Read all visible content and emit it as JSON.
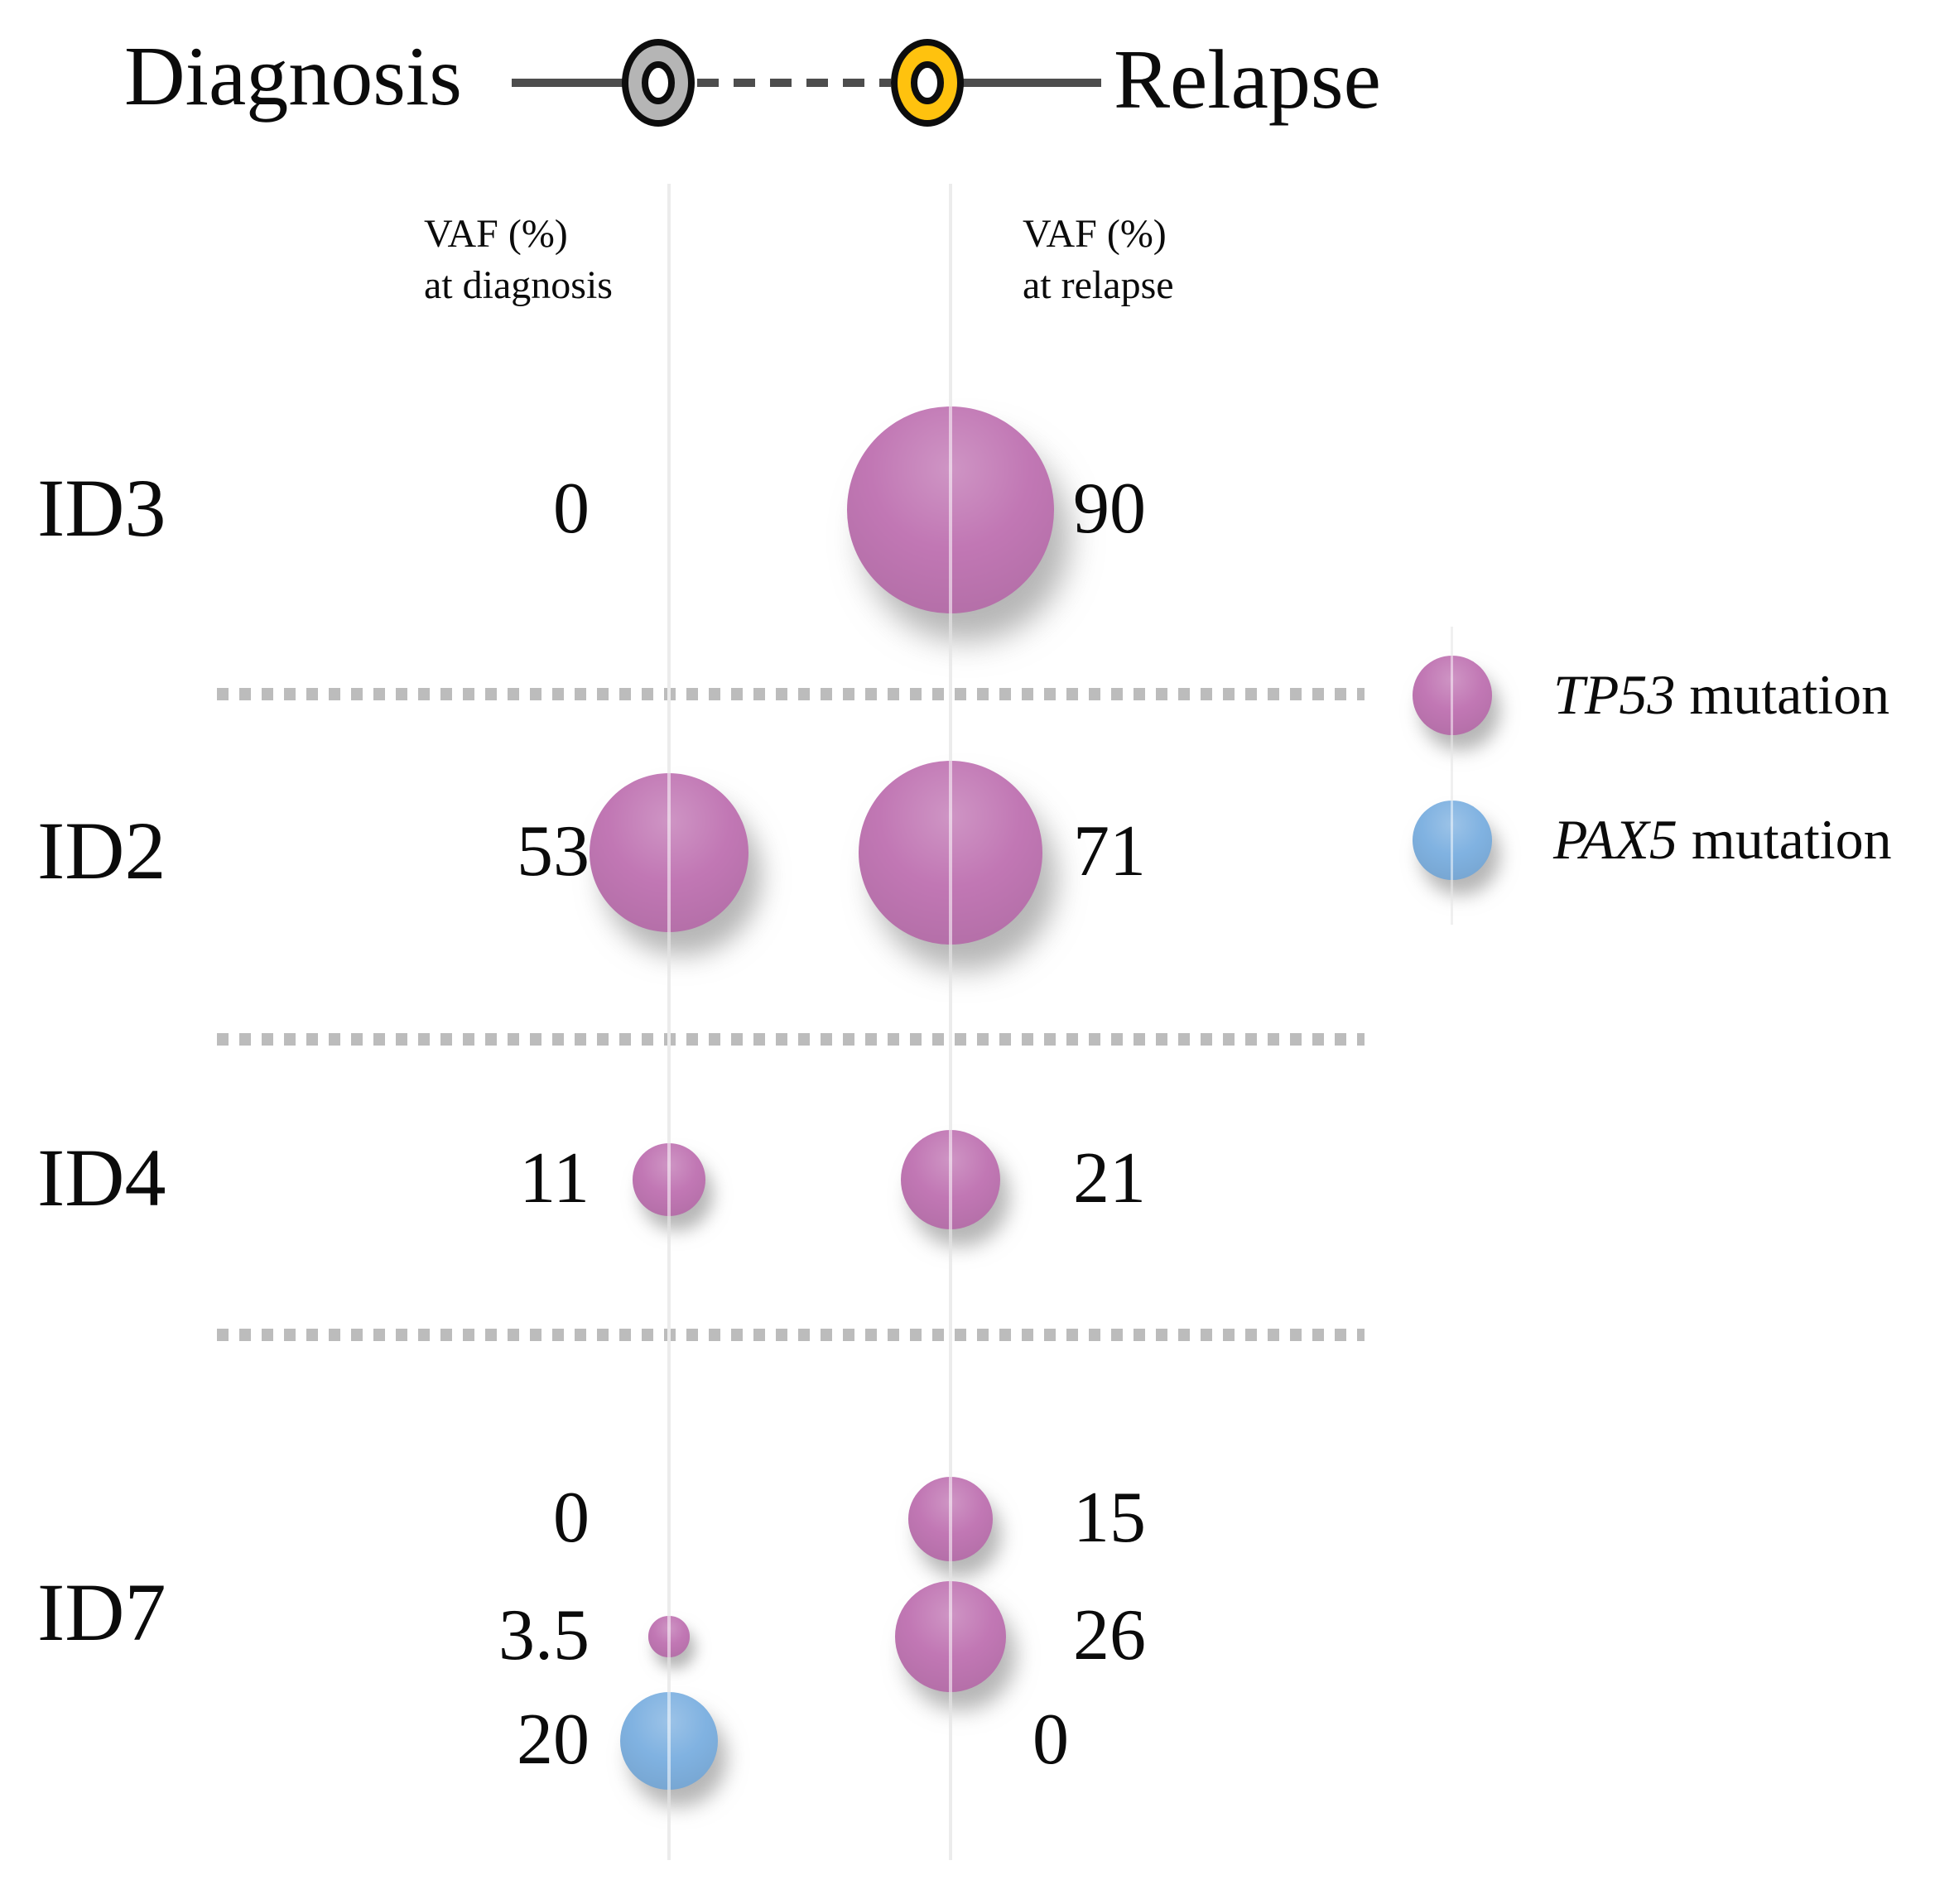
{
  "labels": {
    "header": {
      "left": "Diagnosis",
      "right": "Relapse"
    },
    "columns": [
      {
        "line1": "VAF (%)",
        "line2": "at diagnosis"
      },
      {
        "line1": "VAF (%)",
        "line2": "at relapse"
      }
    ]
  },
  "legend": [
    {
      "gene": "TP53",
      "suffix": " mutation",
      "color": "#c177b4"
    },
    {
      "gene": "PAX5",
      "suffix": " mutation",
      "color": "#80b2e1"
    }
  ],
  "colors": {
    "tp53_bubble": "#c177b4",
    "pax5_bubble": "#80b2e1",
    "diagnosis_donut": "#b5b5b5",
    "relapse_donut": "#ffc20e",
    "timeline_line": "#4d4d4d",
    "axis_line": "#d6d6d6",
    "separator": "#bcbcbc"
  },
  "chart_data": {
    "type": "bubble",
    "title": "",
    "columns": [
      "VAF (%) at diagnosis",
      "VAF (%) at relapse"
    ],
    "size_encoding": "bubble radius proportional to sqrt(VAF %)",
    "legend_position": "right",
    "rows": [
      {
        "patient": "ID3",
        "points": [
          {
            "gene": "TP53",
            "diagnosis": 0,
            "relapse": 90
          }
        ]
      },
      {
        "patient": "ID2",
        "points": [
          {
            "gene": "TP53",
            "diagnosis": 53,
            "relapse": 71
          }
        ]
      },
      {
        "patient": "ID4",
        "points": [
          {
            "gene": "TP53",
            "diagnosis": 11,
            "relapse": 21
          }
        ]
      },
      {
        "patient": "ID7",
        "points": [
          {
            "gene": "TP53",
            "diagnosis": 0,
            "relapse": 15
          },
          {
            "gene": "TP53",
            "diagnosis": 3.5,
            "relapse": 26
          },
          {
            "gene": "PAX5",
            "diagnosis": 20,
            "relapse": 0
          }
        ]
      }
    ]
  }
}
